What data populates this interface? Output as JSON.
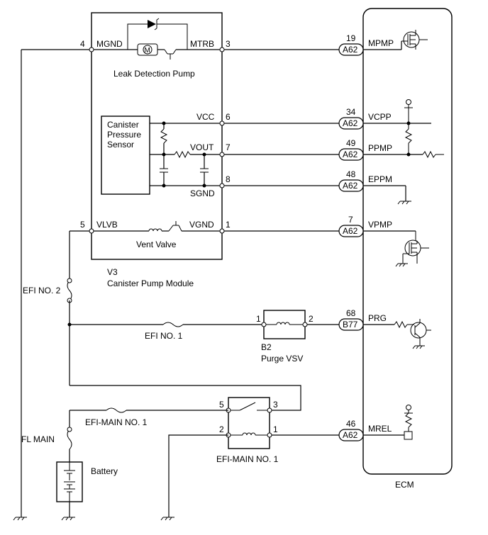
{
  "module": {
    "code": "V3",
    "name": "Canister Pump Module",
    "leak_pump": {
      "label": "Leak Detection Pump",
      "motor_symbol": "M",
      "left_pin": "4",
      "left_name": "MGND",
      "right_pin": "3",
      "right_name": "MTRB"
    },
    "sensor": {
      "label_lines": [
        "Canister",
        "Pressure",
        "Sensor"
      ],
      "pins": [
        {
          "pin": "6",
          "name": "VCC"
        },
        {
          "pin": "7",
          "name": "VOUT"
        },
        {
          "pin": "8",
          "name": "SGND"
        }
      ]
    },
    "vent_valve": {
      "label": "Vent Valve",
      "left_pin": "5",
      "left_name": "VLVB",
      "right_pin": "1",
      "right_name": "VGND"
    }
  },
  "ecm": {
    "label": "ECM",
    "terminals": [
      {
        "num": "19",
        "connector": "A62",
        "name": "MPMP"
      },
      {
        "num": "34",
        "connector": "A62",
        "name": "VCPP"
      },
      {
        "num": "49",
        "connector": "A62",
        "name": "PPMP"
      },
      {
        "num": "48",
        "connector": "A62",
        "name": "EPPM"
      },
      {
        "num": "7",
        "connector": "A62",
        "name": "VPMP"
      },
      {
        "num": "68",
        "connector": "B77",
        "name": "PRG"
      },
      {
        "num": "46",
        "connector": "A62",
        "name": "MREL"
      }
    ]
  },
  "purge_vsv": {
    "code": "B2",
    "name": "Purge VSV",
    "pin_in": "1",
    "pin_out": "2"
  },
  "fuses": {
    "efi_no2": "EFI NO. 2",
    "efi_no1": "EFI NO. 1",
    "efi_main_no1": "EFI-MAIN NO. 1",
    "fl_main": "FL MAIN"
  },
  "relay": {
    "label": "EFI-MAIN NO. 1",
    "pins": {
      "p5": "5",
      "p3": "3",
      "p2": "2",
      "p1": "1"
    }
  },
  "battery": {
    "label": "Battery"
  }
}
